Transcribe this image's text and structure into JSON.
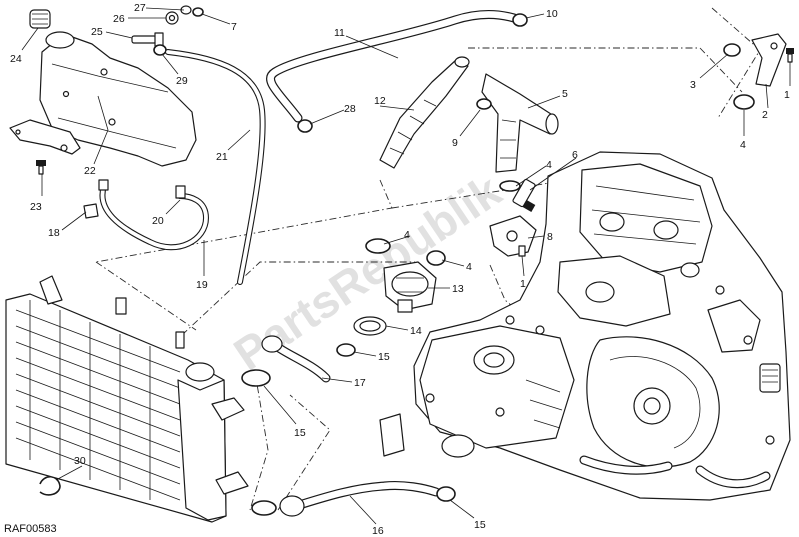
{
  "diagram": {
    "reference_code": "RAF00583",
    "watermark": "PartsRepublik",
    "callouts": [
      {
        "id": "c24",
        "label": "24"
      },
      {
        "id": "c27",
        "label": "27"
      },
      {
        "id": "c26",
        "label": "26"
      },
      {
        "id": "c7",
        "label": "7"
      },
      {
        "id": "c25",
        "label": "25"
      },
      {
        "id": "c29",
        "label": "29"
      },
      {
        "id": "c10",
        "label": "10"
      },
      {
        "id": "c11",
        "label": "11"
      },
      {
        "id": "c28",
        "label": "28"
      },
      {
        "id": "c12",
        "label": "12"
      },
      {
        "id": "c9",
        "label": "9"
      },
      {
        "id": "c5",
        "label": "5"
      },
      {
        "id": "c3",
        "label": "3"
      },
      {
        "id": "c2",
        "label": "2"
      },
      {
        "id": "c1a",
        "label": "1"
      },
      {
        "id": "c4a",
        "label": "4"
      },
      {
        "id": "c22",
        "label": "22"
      },
      {
        "id": "c21",
        "label": "21"
      },
      {
        "id": "c23",
        "label": "23"
      },
      {
        "id": "c20",
        "label": "20"
      },
      {
        "id": "c18",
        "label": "18"
      },
      {
        "id": "c19",
        "label": "19"
      },
      {
        "id": "c6",
        "label": "6"
      },
      {
        "id": "c4b",
        "label": "4"
      },
      {
        "id": "c8",
        "label": "8"
      },
      {
        "id": "c4c",
        "label": "4"
      },
      {
        "id": "c4d",
        "label": "4"
      },
      {
        "id": "c1b",
        "label": "1"
      },
      {
        "id": "c13",
        "label": "13"
      },
      {
        "id": "c14",
        "label": "14"
      },
      {
        "id": "c15a",
        "label": "15"
      },
      {
        "id": "c17",
        "label": "17"
      },
      {
        "id": "c15b",
        "label": "15"
      },
      {
        "id": "c30",
        "label": "30"
      },
      {
        "id": "c16",
        "label": "16"
      },
      {
        "id": "c15c",
        "label": "15"
      }
    ]
  }
}
